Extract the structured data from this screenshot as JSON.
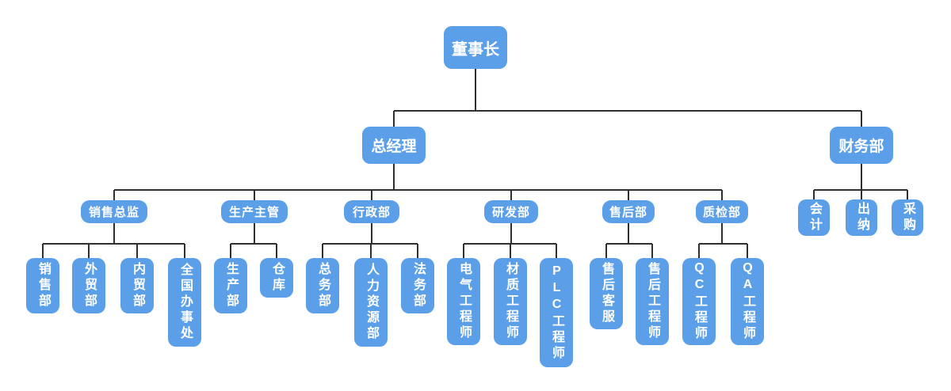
{
  "colors": {
    "node_fill": "#5b9fe8",
    "node_text": "#ffffff",
    "line": "#2f2f2f",
    "background": "#ffffff"
  },
  "org": {
    "root": {
      "label": "董事长"
    },
    "branches": [
      {
        "label": "总经理",
        "children": [
          {
            "label": "销售总监",
            "children": [
              {
                "label": "销售部"
              },
              {
                "label": "外贸部"
              },
              {
                "label": "内贸部"
              },
              {
                "label": "全国办事处"
              }
            ]
          },
          {
            "label": "生产主管",
            "children": [
              {
                "label": "生产部"
              },
              {
                "label": "仓库"
              }
            ]
          },
          {
            "label": "行政部",
            "children": [
              {
                "label": "总务部"
              },
              {
                "label": "人力资源部"
              },
              {
                "label": "法务部"
              }
            ]
          },
          {
            "label": "研发部",
            "children": [
              {
                "label": "电气工程师"
              },
              {
                "label": "材质工程师"
              },
              {
                "label": "PLC工程师"
              }
            ]
          },
          {
            "label": "售后部",
            "children": [
              {
                "label": "售后客服"
              },
              {
                "label": "售后工程师"
              }
            ]
          },
          {
            "label": "质检部",
            "children": [
              {
                "label": "QC工程师"
              },
              {
                "label": "QA工程师"
              }
            ]
          }
        ]
      },
      {
        "label": "财务部",
        "children": [
          {
            "label": "会计"
          },
          {
            "label": "出纳"
          },
          {
            "label": "采购"
          }
        ]
      }
    ]
  }
}
